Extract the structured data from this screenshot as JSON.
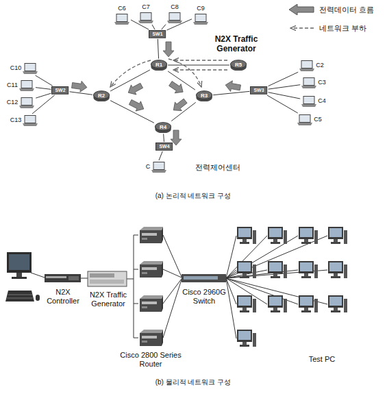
{
  "diagram": {
    "nodes": [
      {
        "text": [
          "C6"
        ]
      },
      {
        "text": [
          "C7"
        ]
      },
      {
        "text": [
          "C8"
        ]
      },
      {
        "text": [
          "C9"
        ]
      },
      {
        "text": [
          "SW1"
        ]
      },
      {
        "text": [
          "R1"
        ]
      },
      {
        "text": [
          "R5"
        ]
      },
      {
        "text": [
          "C10"
        ]
      },
      {
        "text": [
          "C11"
        ]
      },
      {
        "text": [
          "C12"
        ]
      },
      {
        "text": [
          "C13"
        ]
      },
      {
        "text": [
          "SW2"
        ]
      },
      {
        "text": [
          "R2"
        ]
      },
      {
        "text": [
          "R3"
        ]
      },
      {
        "text": [
          "SW3"
        ]
      },
      {
        "text": [
          "C2"
        ]
      },
      {
        "text": [
          "C3"
        ]
      },
      {
        "text": [
          "C4"
        ]
      },
      {
        "text": [
          "C5"
        ]
      },
      {
        "text": [
          "R4"
        ]
      },
      {
        "text": [
          "SW4"
        ]
      },
      {
        "text": [
          "C"
        ]
      }
    ],
    "edges": [
      {
        "from": 0,
        "to": 4,
        "arrow": "none"
      },
      {
        "from": 1,
        "to": 4,
        "arrow": "none"
      },
      {
        "from": 2,
        "to": 4,
        "arrow": "none"
      },
      {
        "from": 3,
        "to": 4,
        "arrow": "none"
      },
      {
        "from": 4,
        "to": 5,
        "arrow": "none"
      },
      {
        "from": 5,
        "to": 6,
        "arrow": "none"
      },
      {
        "from": 5,
        "to": 12,
        "arrow": "none"
      },
      {
        "from": 5,
        "to": 13,
        "arrow": "none"
      },
      {
        "from": 7,
        "to": 11,
        "arrow": "none"
      },
      {
        "from": 8,
        "to": 11,
        "arrow": "none"
      },
      {
        "from": 9,
        "to": 11,
        "arrow": "none"
      },
      {
        "from": 10,
        "to": 11,
        "arrow": "none"
      },
      {
        "from": 11,
        "to": 12,
        "arrow": "none"
      },
      {
        "from": 14,
        "to": 13,
        "arrow": "none"
      },
      {
        "from": 15,
        "to": 14,
        "arrow": "none"
      },
      {
        "from": 16,
        "to": 14,
        "arrow": "none"
      },
      {
        "from": 17,
        "to": 14,
        "arrow": "none"
      },
      {
        "from": 18,
        "to": 14,
        "arrow": "none"
      },
      {
        "from": 12,
        "to": 19,
        "arrow": "none"
      },
      {
        "from": 13,
        "to": 19,
        "arrow": "none"
      },
      {
        "from": 19,
        "to": 20,
        "arrow": "none"
      },
      {
        "from": 20,
        "to": 21,
        "arrow": "none"
      }
    ],
    "labels": [
      "N2X Traffic Generator",
      "전력제어센터",
      "(a) 논리적 네트워크 구성",
      "N2X Controller",
      "N2X Traffic Generator",
      "Cisco 2800 Series Router",
      "Cisco 2960G Switch",
      "Test PC",
      "(b) 물리적 네트워크 구성"
    ],
    "legend": [
      {
        "text": "전력데이터 흐름"
      },
      {
        "text": "네트워크 부하"
      }
    ]
  }
}
